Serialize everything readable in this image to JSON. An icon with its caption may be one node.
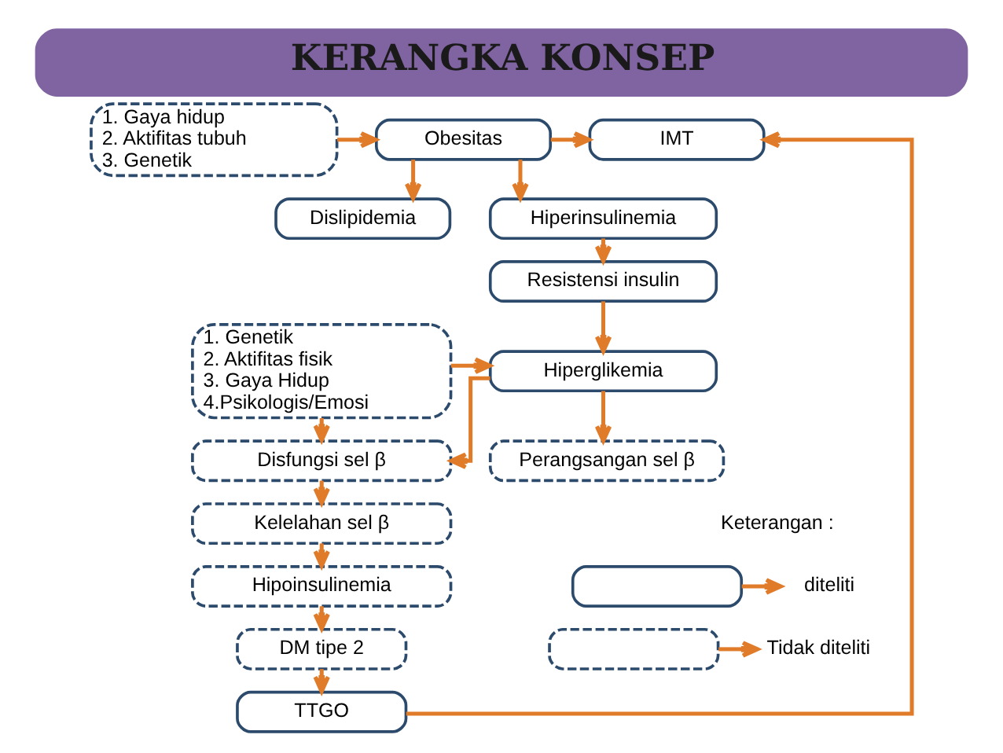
{
  "diagram": {
    "title": "KERANGKA KONSEP",
    "nodes": [
      {
        "text": [
          "1. Gaya hidup",
          "2. Aktifitas tubuh",
          "3. Genetik"
        ]
      },
      {
        "text": [
          "Obesitas"
        ]
      },
      {
        "text": [
          "IMT"
        ]
      },
      {
        "text": [
          "Dislipidemia"
        ]
      },
      {
        "text": [
          "Hiperinsulinemia"
        ]
      },
      {
        "text": [
          "1. Genetik",
          "2. Aktifitas fisik",
          "3. Gaya Hidup",
          "4.Psikologis/Emosi"
        ]
      },
      {
        "text": [
          "Resistensi insulin"
        ]
      },
      {
        "text": [
          "Hiperglikemia"
        ]
      },
      {
        "text": [
          "Perangsangan sel β"
        ]
      },
      {
        "text": [
          "Disfungsi sel β"
        ]
      },
      {
        "text": [
          "Kelelahan sel β"
        ]
      },
      {
        "text": [
          "Hipoinsulinemia"
        ]
      },
      {
        "text": [
          "DM tipe 2"
        ]
      },
      {
        "text": [
          "TTGO"
        ]
      },
      {
        "text": [],
        "shape": "box"
      },
      {
        "text": [],
        "shape": "box"
      },
      {
        "text": [
          "diteliti"
        ]
      },
      {
        "text": [
          "Tidak diteliti"
        ]
      }
    ],
    "edges": [
      {
        "from": 0,
        "to": 1,
        "arrow": "to"
      },
      {
        "from": 1,
        "to": 2,
        "arrow": "to"
      },
      {
        "from": 1,
        "to": 3,
        "arrow": "to"
      },
      {
        "from": 1,
        "to": 4,
        "arrow": "to"
      },
      {
        "from": 4,
        "to": 6,
        "arrow": "to"
      },
      {
        "from": 6,
        "to": 7,
        "arrow": "to"
      },
      {
        "from": 5,
        "to": 7,
        "arrow": "to"
      },
      {
        "from": 7,
        "to": 8,
        "arrow": "to"
      },
      {
        "from": 7,
        "to": 9,
        "arrow": "to"
      },
      {
        "from": 5,
        "to": 9,
        "arrow": "to"
      },
      {
        "from": 9,
        "to": 10,
        "arrow": "to"
      },
      {
        "from": 10,
        "to": 11,
        "arrow": "to"
      },
      {
        "from": 11,
        "to": 12,
        "arrow": "to"
      },
      {
        "from": 12,
        "to": 13,
        "arrow": "to"
      },
      {
        "from": 13,
        "to": 2,
        "arrow": "to"
      },
      {
        "from": 14,
        "to": 16,
        "arrow": "to"
      },
      {
        "from": 15,
        "to": 17,
        "arrow": "to"
      }
    ],
    "labels": [
      "Keterangan :"
    ]
  }
}
